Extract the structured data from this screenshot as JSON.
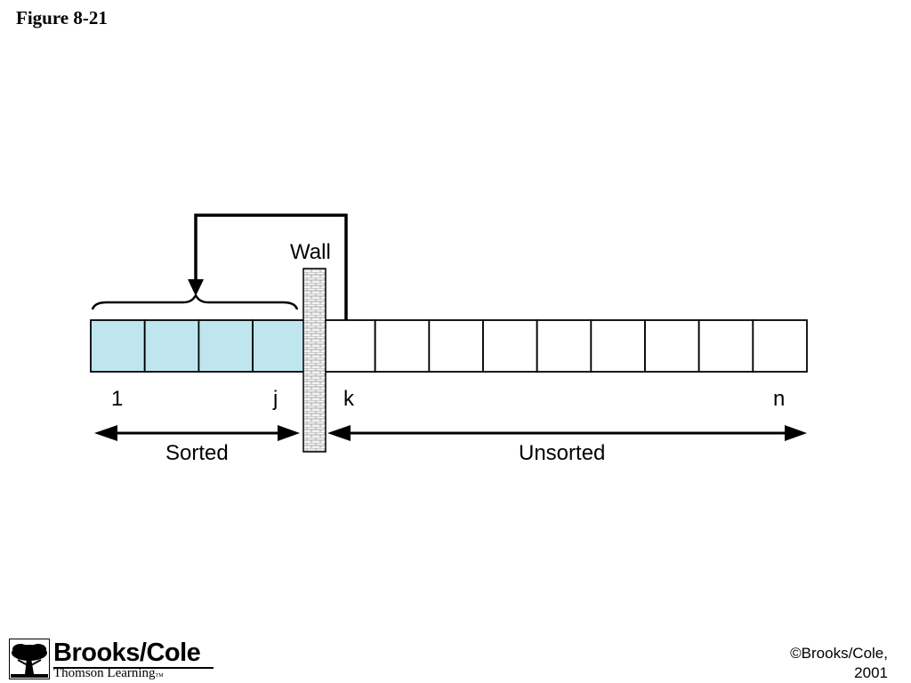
{
  "figure": {
    "title": "Figure 8-21"
  },
  "diagram": {
    "wall_label": "Wall",
    "cell_labels": {
      "first": "1",
      "sorted_end": "j",
      "unsorted_start": "k",
      "last": "n"
    },
    "region_labels": {
      "sorted": "Sorted",
      "unsorted": "Unsorted"
    },
    "sorted_cell_count": 4,
    "unsorted_cell_count": 9,
    "colors": {
      "sorted_fill": "#bfe6ef",
      "unsorted_fill": "#ffffff",
      "stroke": "#000000",
      "wall_fill": "#f2f2f2",
      "wall_brick": "#9a9a9a"
    }
  },
  "footer": {
    "publisher_name": "Brooks/Cole",
    "publisher_sub": "Thomson Learning",
    "publisher_tm": "TM",
    "copyright_line1": "©Brooks/Cole,",
    "copyright_line2": "2001"
  },
  "icons": {
    "publisher_logo": "tree-icon"
  }
}
